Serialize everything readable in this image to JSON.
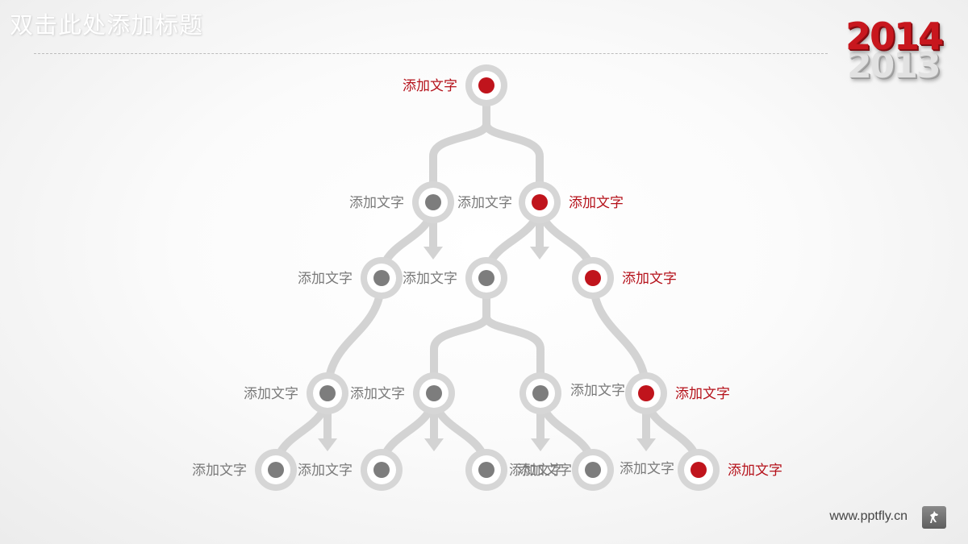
{
  "slide": {
    "title": "双击此处添加标题",
    "logo": {
      "year_top": "2014",
      "year_bottom": "2013"
    },
    "footer": {
      "url": "www.pptfly.cn",
      "badge_icon": "horse-icon"
    }
  },
  "diagram": {
    "colors": {
      "connector": "#d3d3d3",
      "ring": "#d6d6d6",
      "dot_gray": "#7d7d7d",
      "dot_red": "#c0141c"
    },
    "nodes": [
      {
        "id": "root",
        "dot": "red",
        "label": "添加文字",
        "label_side": "left",
        "label_color": "red"
      },
      {
        "id": "l1-left",
        "dot": "gray",
        "label": "添加文字",
        "label_side": "left",
        "label_color": "gray"
      },
      {
        "id": "l1-right",
        "dot": "red",
        "label": "添加文字",
        "label_side": "right",
        "label_color": "red"
      },
      {
        "id": "l2-a",
        "dot": "gray",
        "label": "添加文字",
        "label_side": "left",
        "label_color": "gray"
      },
      {
        "id": "l2-b",
        "dot": "gray",
        "label": "添加文字",
        "label_side": "left",
        "label_color": "gray"
      },
      {
        "id": "l2-c",
        "dot": "red",
        "label": "添加文字",
        "label_side": "right",
        "label_color": "red"
      },
      {
        "id": "l3-a",
        "dot": "gray",
        "label": "添加文字",
        "label_side": "left",
        "label_color": "gray"
      },
      {
        "id": "l3-b",
        "dot": "gray",
        "label": "添加文字",
        "label_side": "left",
        "label_color": "gray"
      },
      {
        "id": "l3-c",
        "dot": "gray",
        "label": "",
        "label_side": "none",
        "label_color": "gray"
      },
      {
        "id": "l3-d",
        "dot": "red",
        "label": "添加文字",
        "label_side": "right",
        "label_color": "red"
      },
      {
        "id": "l4-a",
        "dot": "gray",
        "label": "添加文字",
        "label_side": "left",
        "label_color": "gray"
      },
      {
        "id": "l4-b",
        "dot": "gray",
        "label": "添加文字",
        "label_side": "left",
        "label_color": "gray"
      },
      {
        "id": "l4-c",
        "dot": "gray",
        "label": "",
        "label_side": "none",
        "label_color": "gray"
      },
      {
        "id": "l4-d",
        "dot": "gray",
        "label": "添加文字",
        "label_side": "left",
        "label_color": "gray"
      },
      {
        "id": "l4-e",
        "dot": "red",
        "label": "添加文字",
        "label_side": "right",
        "label_color": "red"
      }
    ],
    "extra_labels": [
      {
        "id": "lbl-mid-l1",
        "text": "添加文字",
        "color": "gray"
      },
      {
        "id": "lbl-mid-l3",
        "text": "添加文字",
        "color": "gray"
      },
      {
        "id": "lbl-mid-l4a",
        "text": "添加文字",
        "color": "gray"
      },
      {
        "id": "lbl-mid-l4b",
        "text": "添加文字",
        "color": "gray"
      }
    ]
  }
}
